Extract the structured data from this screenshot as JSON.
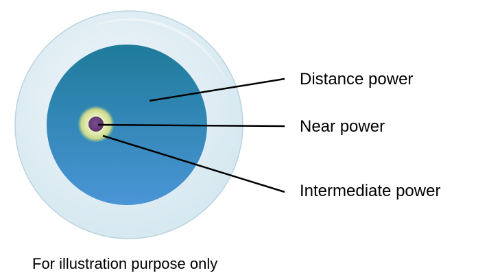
{
  "labels": {
    "distance": "Distance power",
    "near": "Near power",
    "intermediate": "Intermediate power"
  },
  "caption": "For illustration purpose only",
  "colors": {
    "outer_lens": "#dcebf3",
    "outer_lens_edge": "#b9d3df",
    "optic_top": "#1e7b9a",
    "optic_bottom": "#4a95d6",
    "intermediate_ring": "#e3ecb0",
    "near_zone": "#6b3f7f",
    "leader_line": "#000000"
  }
}
